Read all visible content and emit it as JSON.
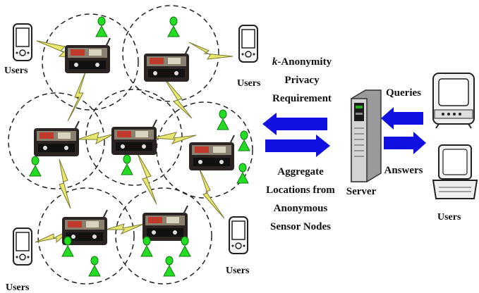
{
  "labels": {
    "users_top_left": "Users",
    "users_top_mid": "Users",
    "users_bottom_left": "Users",
    "users_bottom_mid": "Users",
    "users_right": "Users",
    "privacy_k": "k",
    "privacy_rest": "-Anonymity",
    "privacy_line2": "Privacy",
    "privacy_line3": "Requirement",
    "aggregate_line1": "Aggregate",
    "aggregate_line2": "Locations from",
    "aggregate_line3": "Anonymous",
    "aggregate_line4": "Sensor Nodes",
    "server": "Server",
    "queries": "Queries",
    "answers": "Answers"
  },
  "colors": {
    "arrow_blue": "#1010e0",
    "person_green": "#22dd22",
    "lightning_yellow": "#e8e870",
    "circle_dash": "#222222",
    "sensor_body": "#2a2522",
    "sensor_board": "#c0392b",
    "server_body": "#c8c8c8"
  },
  "icons": {
    "user_device": "pda-icon",
    "sensor": "sensor-node-icon",
    "person": "person-icon",
    "link": "lightning-link-icon",
    "server": "server-tower-icon",
    "desktop": "desktop-computer-icon",
    "laptop": "laptop-icon"
  }
}
